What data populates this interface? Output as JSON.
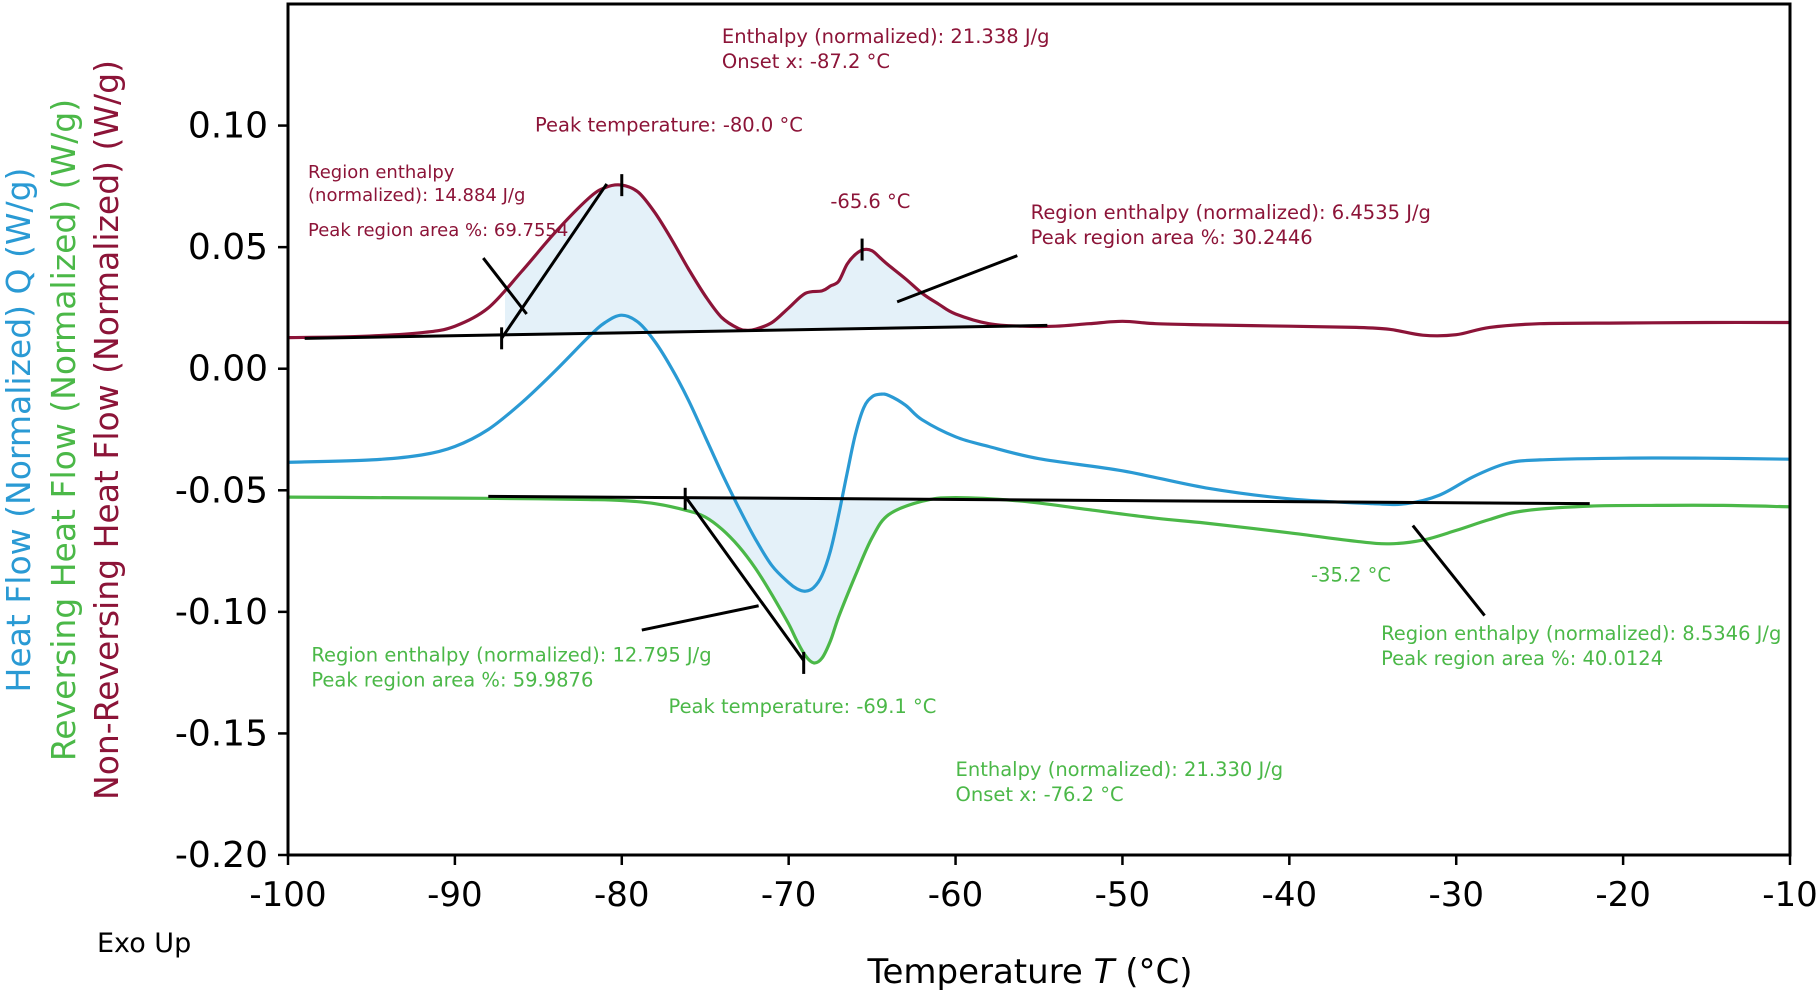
{
  "chart_data": {
    "type": "line",
    "title": "",
    "xlabel": "Temperature T (°C)",
    "xlabel_main": "Temperature ",
    "xlabel_var": "T",
    "xlabel_unit": " (°C)",
    "ylabels": [
      "Heat Flow (Normalized)  Q (W/g)",
      "Reversing Heat Flow (Normalized) (W/g)",
      "Non-Reversing Heat Flow (Normalized) (W/g)"
    ],
    "xlim": [
      -100,
      -10
    ],
    "ylim": [
      -0.2,
      0.15
    ],
    "xticks": [
      -100,
      -90,
      -80,
      -70,
      -60,
      -50,
      -40,
      -30,
      -20,
      -10
    ],
    "yticks": [
      0.1,
      0.05,
      0.0,
      -0.05,
      -0.1,
      -0.15,
      -0.2
    ],
    "xtick_labels": [
      "-100",
      "-90",
      "-80",
      "-70",
      "-60",
      "-50",
      "-40",
      "-30",
      "-20",
      "-10"
    ],
    "ytick_labels": [
      "0.10",
      "0.05",
      "0.00",
      "-0.05",
      "-0.10",
      "-0.15",
      "-0.20"
    ],
    "corner_note": "Exo Up",
    "grid": false,
    "colors": {
      "heat_flow": "#2a9ad4",
      "reversing": "#4bb848",
      "nonreversing": "#8c1438",
      "fill": "#e4f1f9",
      "baseline": "#000000"
    },
    "series": [
      {
        "name": "Heat Flow (Normalized)  Q (W/g)",
        "color": "#2a9ad4",
        "x": [
          -100,
          -95,
          -92,
          -90,
          -88,
          -86,
          -84,
          -82,
          -81,
          -80,
          -79,
          -78,
          -77,
          -76,
          -75,
          -74,
          -73,
          -72,
          -71,
          -70,
          -69.5,
          -69,
          -68.5,
          -68,
          -67.5,
          -67,
          -66.5,
          -66,
          -65.5,
          -65,
          -64.5,
          -64,
          -63,
          -62,
          -60,
          -58,
          -55,
          -50,
          -45,
          -40,
          -35,
          -33,
          -31,
          -29,
          -27,
          -25,
          -20,
          -15,
          -10
        ],
        "y": [
          -0.0385,
          -0.0375,
          -0.0355,
          -0.032,
          -0.025,
          -0.014,
          -0.001,
          0.013,
          0.019,
          0.022,
          0.019,
          0.011,
          0.0,
          -0.013,
          -0.028,
          -0.043,
          -0.057,
          -0.07,
          -0.081,
          -0.088,
          -0.0905,
          -0.0915,
          -0.09,
          -0.085,
          -0.075,
          -0.06,
          -0.043,
          -0.027,
          -0.016,
          -0.0115,
          -0.0105,
          -0.011,
          -0.015,
          -0.021,
          -0.028,
          -0.032,
          -0.037,
          -0.042,
          -0.049,
          -0.0535,
          -0.0555,
          -0.0555,
          -0.052,
          -0.0445,
          -0.039,
          -0.0375,
          -0.0368,
          -0.0368,
          -0.0372
        ]
      },
      {
        "name": "Reversing Heat Flow (Normalized) (W/g)",
        "color": "#4bb848",
        "x": [
          -100,
          -95,
          -90,
          -85,
          -82,
          -80,
          -78,
          -76,
          -75,
          -74,
          -73,
          -72,
          -71,
          -70,
          -69.5,
          -69,
          -68.5,
          -68,
          -67.5,
          -67,
          -66,
          -65,
          -64,
          -62,
          -60,
          -56,
          -52,
          -48,
          -45,
          -40,
          -36,
          -34,
          -32,
          -30,
          -28,
          -26,
          -22,
          -18,
          -14,
          -10
        ],
        "y": [
          -0.0528,
          -0.053,
          -0.0532,
          -0.0535,
          -0.0538,
          -0.0542,
          -0.0555,
          -0.0585,
          -0.061,
          -0.066,
          -0.073,
          -0.082,
          -0.093,
          -0.105,
          -0.112,
          -0.118,
          -0.121,
          -0.119,
          -0.112,
          -0.102,
          -0.085,
          -0.0695,
          -0.06,
          -0.0545,
          -0.053,
          -0.0545,
          -0.058,
          -0.0615,
          -0.0635,
          -0.0675,
          -0.071,
          -0.072,
          -0.0705,
          -0.0665,
          -0.062,
          -0.0585,
          -0.0565,
          -0.0562,
          -0.0562,
          -0.0568
        ]
      },
      {
        "name": "Non-Reversing Heat Flow (Normalized) (W/g)",
        "color": "#8c1438",
        "x": [
          -100,
          -96,
          -92,
          -90,
          -88,
          -86,
          -84,
          -82,
          -81,
          -80,
          -79,
          -78,
          -77,
          -76,
          -75,
          -74,
          -73,
          -72.5,
          -72,
          -71,
          -70,
          -69,
          -68,
          -67.5,
          -67,
          -66.5,
          -66,
          -65.5,
          -65,
          -64.5,
          -64,
          -63,
          -62,
          -61,
          -60,
          -58,
          -56,
          -54,
          -52,
          -50,
          -48,
          -45,
          -40,
          -36,
          -34,
          -32,
          -30,
          -28,
          -25,
          -20,
          -15,
          -10
        ],
        "y": [
          0.0128,
          0.0132,
          0.0148,
          0.0175,
          0.025,
          0.04,
          0.056,
          0.07,
          0.0745,
          0.0755,
          0.0725,
          0.064,
          0.053,
          0.041,
          0.03,
          0.021,
          0.0165,
          0.0158,
          0.0162,
          0.019,
          0.025,
          0.031,
          0.032,
          0.034,
          0.036,
          0.043,
          0.047,
          0.049,
          0.0485,
          0.0455,
          0.0425,
          0.037,
          0.031,
          0.0265,
          0.0225,
          0.0185,
          0.0175,
          0.0175,
          0.0185,
          0.0195,
          0.0185,
          0.018,
          0.0175,
          0.017,
          0.0162,
          0.0138,
          0.014,
          0.017,
          0.0185,
          0.0188,
          0.019,
          0.019
        ]
      }
    ],
    "baselines": [
      {
        "name": "non-reversing-baseline",
        "x": [
          -99,
          -54.5
        ],
        "y": [
          0.0125,
          0.0178
        ]
      },
      {
        "name": "reversing-baseline",
        "x": [
          -88,
          -22
        ],
        "y": [
          -0.0525,
          -0.0555
        ]
      }
    ],
    "filled_regions": [
      {
        "name": "non-reversing-peak-area",
        "series": 2,
        "x_range": [
          -87,
          -55
        ]
      },
      {
        "name": "reversing-peak-area",
        "series": 1,
        "x_range": [
          -76,
          -62
        ]
      }
    ],
    "leader_lines": [
      {
        "name": "nr-onset-line",
        "x": [
          -87.2,
          -80.9
        ],
        "y": [
          0.0125,
          0.076
        ]
      },
      {
        "name": "nr-region1-leader",
        "x": [
          -85.7,
          -88.3
        ],
        "y": [
          0.0225,
          0.0455
        ]
      },
      {
        "name": "nr-region2-leader",
        "x": [
          -63.5,
          -56.3
        ],
        "y": [
          0.0275,
          0.0465
        ]
      },
      {
        "name": "rev-onset-line",
        "x": [
          -76.2,
          -69.1
        ],
        "y": [
          -0.0525,
          -0.12
        ]
      },
      {
        "name": "rev-region1-leader",
        "x": [
          -71.8,
          -78.8
        ],
        "y": [
          -0.0975,
          -0.1075
        ]
      },
      {
        "name": "rev-region2-leader",
        "x": [
          -32.6,
          -28.3
        ],
        "y": [
          -0.0645,
          -0.1015
        ]
      }
    ],
    "peak_ticks": [
      {
        "name": "nr-peak1-tick",
        "x": -80.0,
        "y": 0.0755
      },
      {
        "name": "nr-peak2-tick",
        "x": -65.6,
        "y": 0.049
      },
      {
        "name": "nr-onset-tick",
        "x": -87.2,
        "y": 0.0125
      },
      {
        "name": "rev-peak-tick",
        "x": -69.1,
        "y": -0.121
      },
      {
        "name": "rev-onset-tick",
        "x": -76.2,
        "y": -0.0535
      }
    ],
    "annotations": [
      {
        "name": "nr-enthalpy-label",
        "lines": [
          "Enthalpy (normalized): 21.338 J/g",
          "Onset x: -87.2 °C"
        ],
        "x": -74.0,
        "y": 0.134,
        "color": "#8c1438",
        "size": "normal"
      },
      {
        "name": "nr-peak-temp-label",
        "lines": [
          "Peak temperature: -80.0 °C"
        ],
        "x": -85.2,
        "y": 0.0975,
        "color": "#8c1438",
        "size": "normal"
      },
      {
        "name": "nr-region1-label",
        "lines": [
          "Region enthalpy",
          "(normalized): 14.884 J/g"
        ],
        "x": -98.8,
        "y": 0.0785,
        "color": "#8c1438",
        "size": "small"
      },
      {
        "name": "nr-region1-area-label",
        "lines": [
          "Peak region area %: 69.7554"
        ],
        "x": -98.8,
        "y": 0.0545,
        "color": "#8c1438",
        "size": "small"
      },
      {
        "name": "nr-peak2-label",
        "lines": [
          "-65.6 °C"
        ],
        "x": -67.5,
        "y": 0.066,
        "color": "#8c1438",
        "size": "normal"
      },
      {
        "name": "nr-region2-label",
        "lines": [
          "Region enthalpy (normalized): 6.4535 J/g",
          "Peak region area %: 30.2446"
        ],
        "x": -55.5,
        "y": 0.0615,
        "color": "#8c1438",
        "size": "normal"
      },
      {
        "name": "rev-region1-label",
        "lines": [
          "Region enthalpy (normalized): 12.795 J/g",
          "Peak region area %: 59.9876"
        ],
        "x": -98.6,
        "y": -0.1205,
        "color": "#4bb848",
        "size": "normal"
      },
      {
        "name": "rev-peak-temp-label",
        "lines": [
          "Peak temperature: -69.1 °C"
        ],
        "x": -77.2,
        "y": -0.1415,
        "color": "#4bb848",
        "size": "normal"
      },
      {
        "name": "rev-enthalpy-label",
        "lines": [
          "Enthalpy (normalized): 21.330 J/g",
          "Onset x: -76.2 °C"
        ],
        "x": -60.0,
        "y": -0.1675,
        "color": "#4bb848",
        "size": "normal"
      },
      {
        "name": "rev-peak2-label",
        "lines": [
          "-35.2 °C"
        ],
        "x": -38.7,
        "y": -0.0875,
        "color": "#4bb848",
        "size": "normal"
      },
      {
        "name": "rev-region2-label",
        "lines": [
          "Region enthalpy (normalized): 8.5346 J/g",
          "Peak region area %: 40.0124"
        ],
        "x": -34.5,
        "y": -0.1115,
        "color": "#4bb848",
        "size": "normal"
      }
    ]
  }
}
